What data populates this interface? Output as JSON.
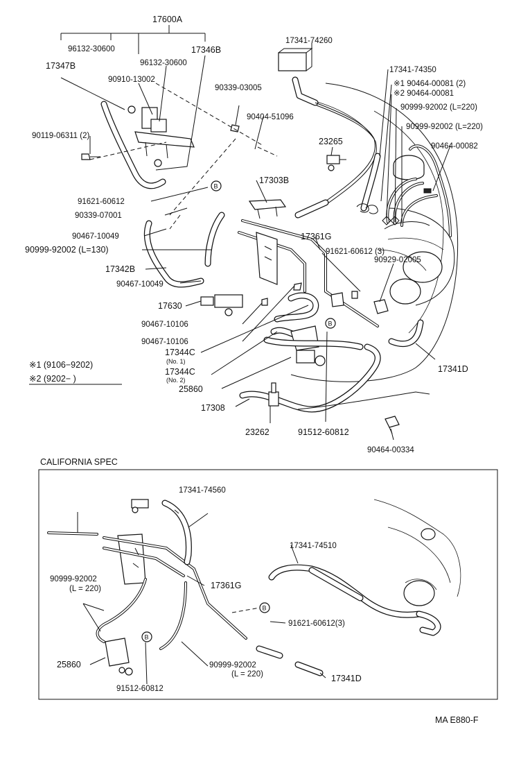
{
  "labels": {
    "l17600A": "17600A",
    "l96132a": "96132-30600",
    "l96132b": "96132-30600",
    "l17346B": "17346B",
    "l17347B": "17347B",
    "l90910": "90910-13002",
    "l17341_74260": "17341-74260",
    "l17341_74350": "17341-74350",
    "l90464_81_1": "※1 90464-00081 (2)",
    "l90464_81_2": "※2 90464-00081",
    "l90999_220a": "90999-92002 (L=220)",
    "l90999_220b": "90999-92002 (L=220)",
    "l90464_82": "90464-00082",
    "l90339_03005": "90339-03005",
    "l90404": "90404-51096",
    "l90119": "90119-06311 (2)",
    "l23265": "23265",
    "l91621a": "91621-60612",
    "l17303B": "17303B",
    "l90339_07001": "90339-07001",
    "l90467a": "90467-10049",
    "l90999_130": "90999-92002 (L=130)",
    "l17361G": "17361G",
    "l91621_3": "91621-60612 (3)",
    "l17342B": "17342B",
    "l90467b": "90467-10049",
    "l90929": "90929-02005",
    "l17630": "17630",
    "l90467c": "90467-10106",
    "l90467d": "90467-10106",
    "l17344C1": "17344C",
    "l17344C1sub": "(No. 1)",
    "l17344C2": "17344C",
    "l17344C2sub": "(No. 2)",
    "l25860": "25860",
    "l17341D": "17341D",
    "l17308": "17308",
    "l23262": "23262",
    "l91512": "91512-60812",
    "l90464_334": "90464-00334"
  },
  "legend": {
    "row1": "※1 (9106−9202)",
    "row2": "※2 (9202−          )"
  },
  "california": {
    "title": "CALIFORNIA SPEC",
    "l17341_74560": "17341-74560",
    "l17341_74510": "17341-74510",
    "l90999a": "90999-92002",
    "l90999a_len": "(L  =  220)",
    "l17361G": "17361G",
    "l91621": "91621-60612(3)",
    "l25860": "25860",
    "l90999b": "90999-92002",
    "l90999b_len": "(L  =  220)",
    "l91512": "91512-60812",
    "l17341D": "17341D"
  },
  "marker": "B",
  "footer_code": "MA  E880-F"
}
